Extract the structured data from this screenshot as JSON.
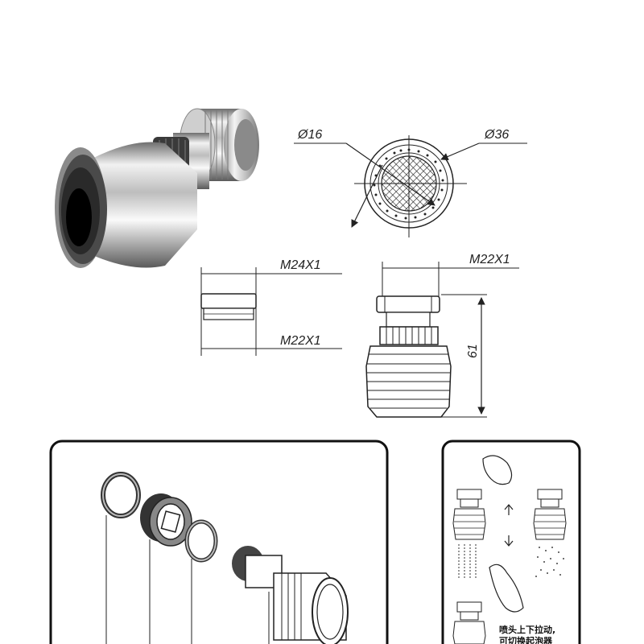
{
  "dimensions": {
    "inner_diameter": "Ø16",
    "outer_diameter": "Ø36",
    "top_thread": "M24X1",
    "bottom_thread": "M22X1",
    "side_thread": "M22X1",
    "height": "61"
  },
  "usage_panel": {
    "caption_line1": "喷头上下拉动,",
    "caption_line2": "可切换起泡器"
  },
  "colors": {
    "line": "#222222",
    "metal_light": "#e8e8e8",
    "metal_dark": "#6a6a6a",
    "rubber": "#2a2a2a"
  }
}
